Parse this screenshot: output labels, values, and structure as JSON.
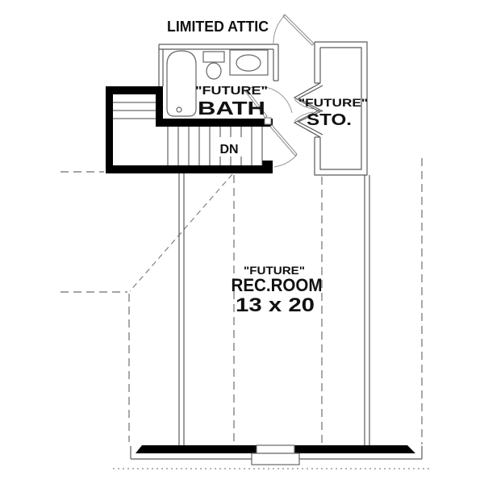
{
  "title": "LIMITED ATTIC",
  "rooms": {
    "bath": {
      "qualifier": "\"FUTURE\"",
      "name": "BATH"
    },
    "storage": {
      "qualifier": "\"FUTURE\"",
      "name": "STO."
    },
    "rec_room": {
      "qualifier": "\"FUTURE\"",
      "name": "REC.ROOM",
      "dimensions": "13 x 20"
    }
  },
  "stairs": {
    "direction_label": "DN"
  },
  "fixtures": [
    "bathtub",
    "toilet",
    "sink-vanity",
    "window"
  ],
  "colors": {
    "wall": "#000000",
    "thin_line": "#5a5a5a",
    "dashed_line": "#6e6e6e",
    "text": "#111111",
    "background": "#ffffff"
  }
}
